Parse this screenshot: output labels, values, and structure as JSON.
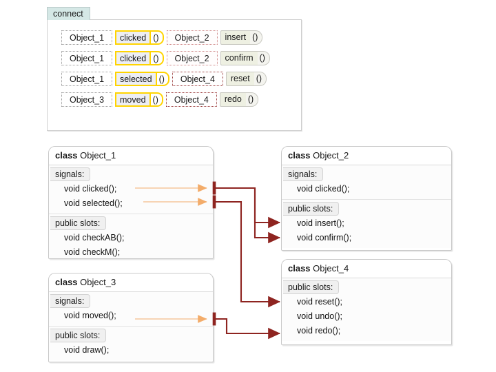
{
  "connect_panel": {
    "tab_label": "connect",
    "rows": [
      {
        "sender": "Object_1",
        "signal": "clicked",
        "signal_parens": "()",
        "receiver": "Object_2",
        "slot": "insert",
        "slot_parens": "()"
      },
      {
        "sender": "Object_1",
        "signal": "clicked",
        "signal_parens": "()",
        "receiver": "Object_2",
        "slot": "confirm",
        "slot_parens": "()"
      },
      {
        "sender": "Object_1",
        "signal": "selected",
        "signal_parens": "()",
        "receiver": "Object_4",
        "slot": "reset",
        "slot_parens": "()"
      },
      {
        "sender": "Object_3",
        "signal": "moved",
        "signal_parens": "()",
        "receiver": "Object_4",
        "slot": "redo",
        "slot_parens": "()"
      }
    ]
  },
  "classes": [
    {
      "keyword": "class",
      "name": "Object_1",
      "sections": [
        {
          "label": "signals:",
          "members": [
            "void clicked();",
            "void selected();"
          ]
        },
        {
          "label": "public slots:",
          "members": [
            "void checkAB();",
            "void checkM();"
          ]
        }
      ]
    },
    {
      "keyword": "class",
      "name": "Object_2",
      "sections": [
        {
          "label": "signals:",
          "members": [
            "void clicked();"
          ]
        },
        {
          "label": "public slots:",
          "members": [
            "void insert();",
            "void confirm();"
          ]
        }
      ]
    },
    {
      "keyword": "class",
      "name": "Object_3",
      "sections": [
        {
          "label": "signals:",
          "members": [
            "void moved();"
          ]
        },
        {
          "label": "public slots:",
          "members": [
            "void draw();"
          ]
        }
      ]
    },
    {
      "keyword": "class",
      "name": "Object_4",
      "sections": [
        {
          "label": "public slots:",
          "members": [
            "void reset();",
            "void undo();",
            "void redo();"
          ]
        }
      ]
    }
  ],
  "colors": {
    "tab_fill": "#d5e8e6",
    "signal_border": "#ffd400",
    "signal_fill": "#edeef4",
    "slot_fill": "#eef0e2",
    "wire_connector": "#8e2420",
    "wire_signal": "#f5bb80",
    "sender_dotted_gray": "#9a9a9a",
    "receiver_dotted_red": "#d08a8a",
    "receiver_dotted_darkred": "#9a3a3a"
  }
}
